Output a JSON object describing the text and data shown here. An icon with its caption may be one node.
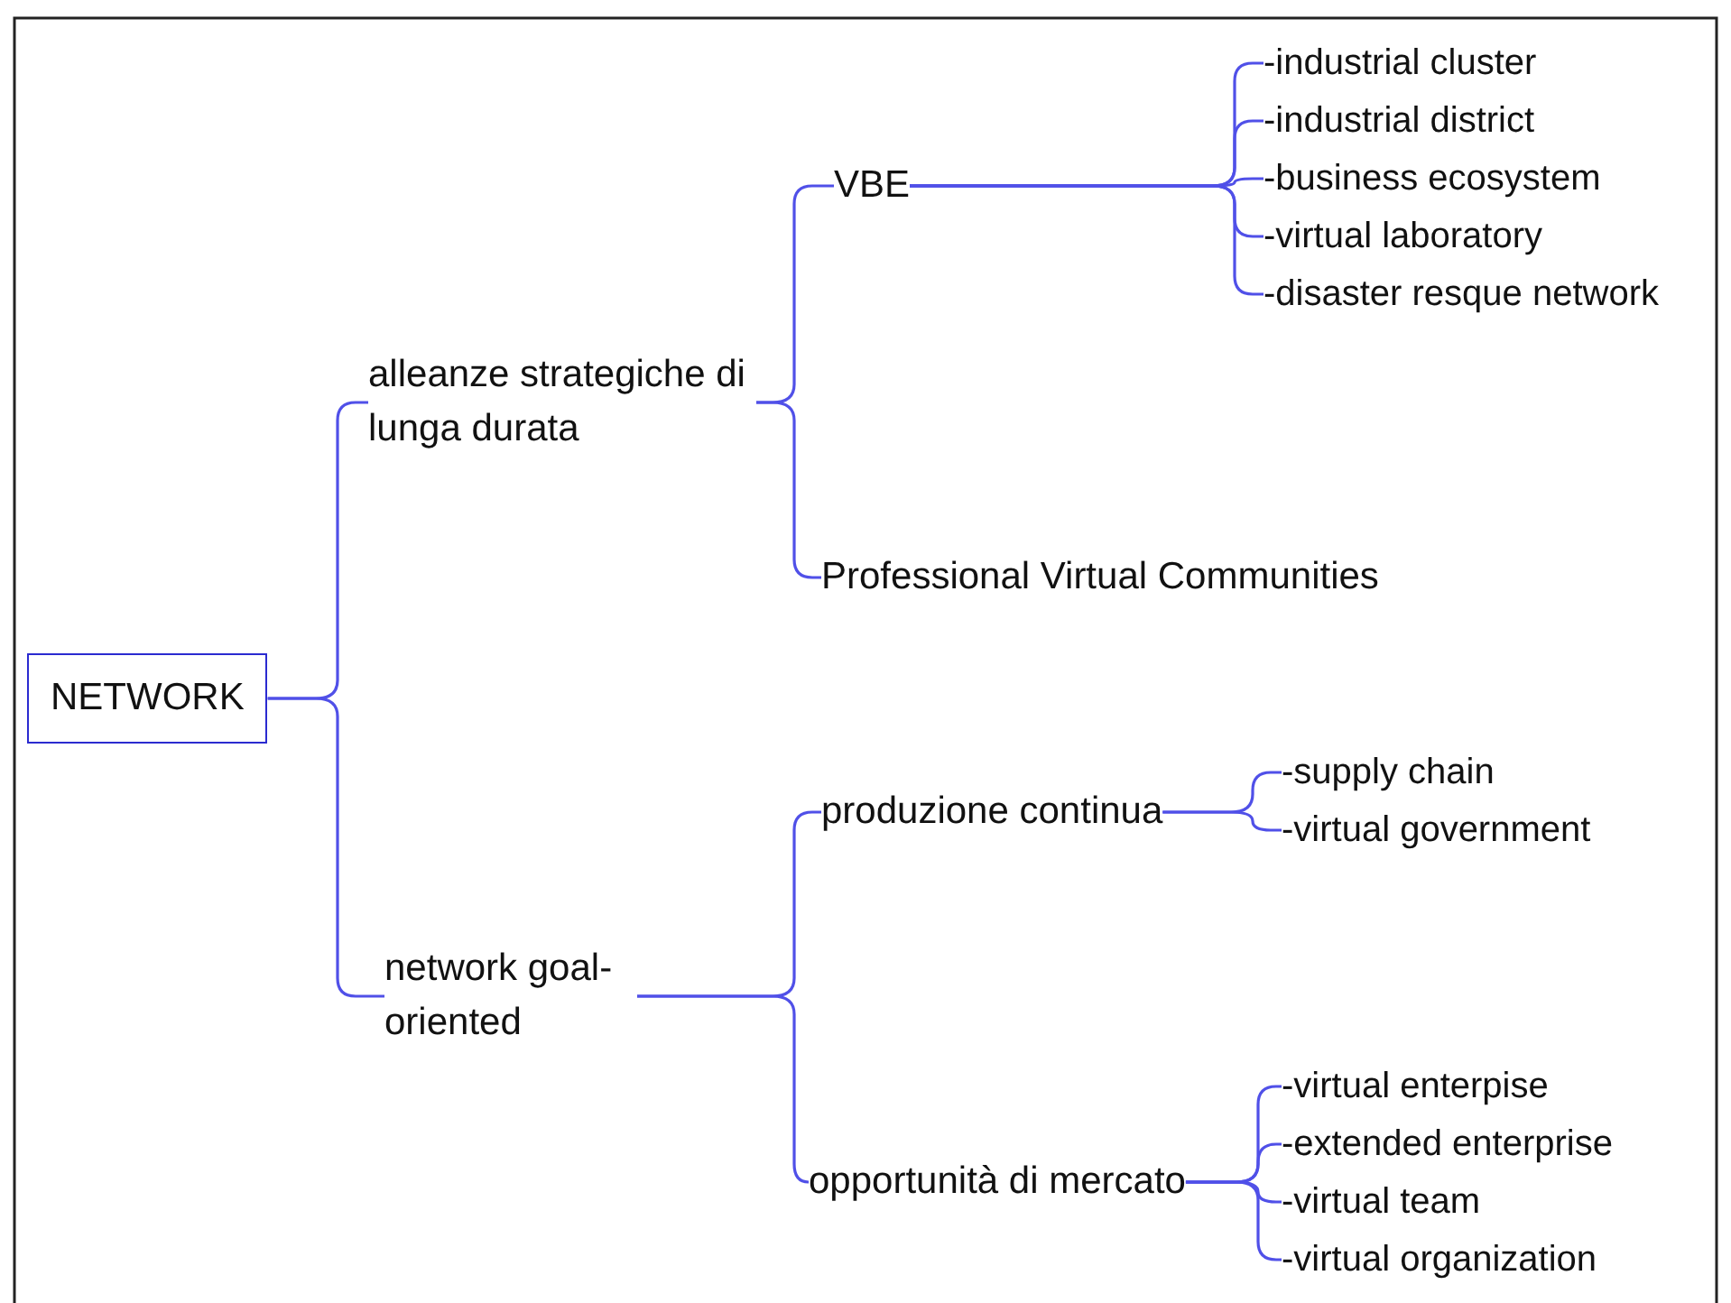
{
  "diagram": {
    "nodes": [
      {
        "text": [
          "NETWORK"
        ]
      },
      {
        "text": [
          "alleanze strategiche di lunga durata"
        ]
      },
      {
        "text": [
          "VBE"
        ]
      },
      {
        "text": [
          "-industrial cluster"
        ]
      },
      {
        "text": [
          "-industrial district"
        ]
      },
      {
        "text": [
          "-business ecosystem"
        ]
      },
      {
        "text": [
          "-virtual laboratory"
        ]
      },
      {
        "text": [
          "-disaster resque network"
        ]
      },
      {
        "text": [
          "Professional Virtual Communities"
        ]
      },
      {
        "text": [
          "network goal-oriented"
        ]
      },
      {
        "text": [
          "produzione continua"
        ]
      },
      {
        "text": [
          "-supply chain"
        ]
      },
      {
        "text": [
          "-virtual government"
        ]
      },
      {
        "text": [
          "opportunità di mercato"
        ]
      },
      {
        "text": [
          "-virtual enterpise"
        ]
      },
      {
        "text": [
          "-extended enterprise"
        ]
      },
      {
        "text": [
          "-virtual team"
        ]
      },
      {
        "text": [
          "-virtual organization"
        ]
      }
    ],
    "edges": [
      {
        "from": 0,
        "to": 1,
        "arrow": "none"
      },
      {
        "from": 0,
        "to": 9,
        "arrow": "none"
      },
      {
        "from": 1,
        "to": 2,
        "arrow": "none"
      },
      {
        "from": 1,
        "to": 8,
        "arrow": "none"
      },
      {
        "from": 2,
        "to": 3,
        "arrow": "none"
      },
      {
        "from": 2,
        "to": 4,
        "arrow": "none"
      },
      {
        "from": 2,
        "to": 5,
        "arrow": "none"
      },
      {
        "from": 2,
        "to": 6,
        "arrow": "none"
      },
      {
        "from": 2,
        "to": 7,
        "arrow": "none"
      },
      {
        "from": 9,
        "to": 10,
        "arrow": "none"
      },
      {
        "from": 9,
        "to": 13,
        "arrow": "none"
      },
      {
        "from": 10,
        "to": 11,
        "arrow": "none"
      },
      {
        "from": 10,
        "to": 12,
        "arrow": "none"
      },
      {
        "from": 13,
        "to": 14,
        "arrow": "none"
      },
      {
        "from": 13,
        "to": 15,
        "arrow": "none"
      },
      {
        "from": 13,
        "to": 16,
        "arrow": "none"
      },
      {
        "from": 13,
        "to": 17,
        "arrow": "none"
      }
    ]
  }
}
